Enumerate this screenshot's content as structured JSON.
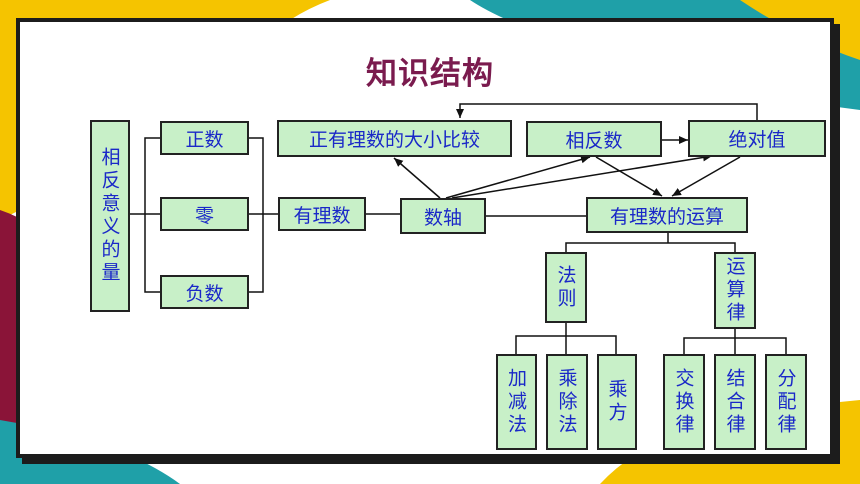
{
  "title": "知识结构",
  "nodes": {
    "xiangfan_yiyi_de_liang": "相反意义的量",
    "zhengshu": "正数",
    "ling": "零",
    "fushu": "负数",
    "youlishu": "有理数",
    "shuzhou": "数轴",
    "daxiao_bijiao": "正有理数的大小比较",
    "xiangfanshu": "相反数",
    "juedui_zhi": "绝对值",
    "yunsuan": "有理数的运算",
    "faze": "法则",
    "yunsuanlv": "运算律",
    "jiajianfa": "加减法",
    "chengchufa": "乘除法",
    "chengfang": "乘方",
    "jiaohuanlv": "交换律",
    "jiehelv": "结合律",
    "fenpeilv": "分配律"
  },
  "colors": {
    "title": "#7a1b4e",
    "box_fill": "#c8f0c8",
    "box_text": "#1a28c8",
    "teal": "#1fa0a8",
    "yellow": "#f5c400",
    "maroon": "#8a1438"
  }
}
